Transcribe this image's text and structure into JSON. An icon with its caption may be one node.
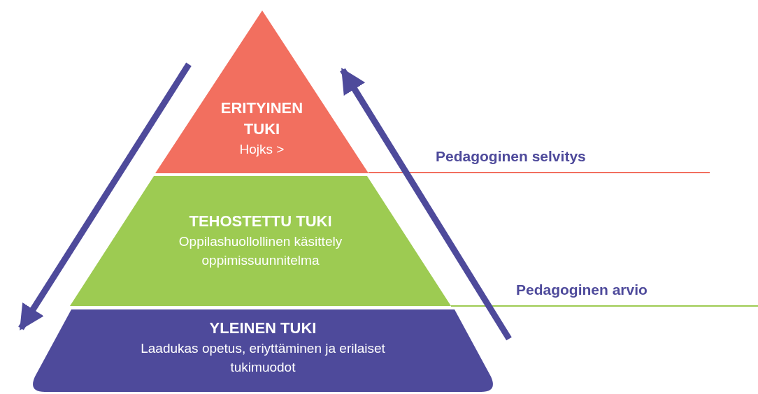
{
  "diagram": {
    "nodes": [
      {
        "text": [
          "ERITYINEN TUKI",
          "Hojks >"
        ]
      },
      {
        "text": [
          "TEHOSTETTU TUKI",
          "Oppilashuollollinen käsittely oppimissuunnitelma"
        ]
      },
      {
        "text": [
          "YLEINEN TUKI",
          "Laadukas opetus, eriyttäminen ja erilaiset tukimuodot"
        ]
      }
    ],
    "edges": [
      {
        "from": 0,
        "to": 2,
        "arrow": "to"
      },
      {
        "from": 2,
        "to": 0,
        "arrow": "to"
      }
    ],
    "labels": [
      "Pedagoginen selvitys",
      "Pedagoginen arvio"
    ]
  }
}
